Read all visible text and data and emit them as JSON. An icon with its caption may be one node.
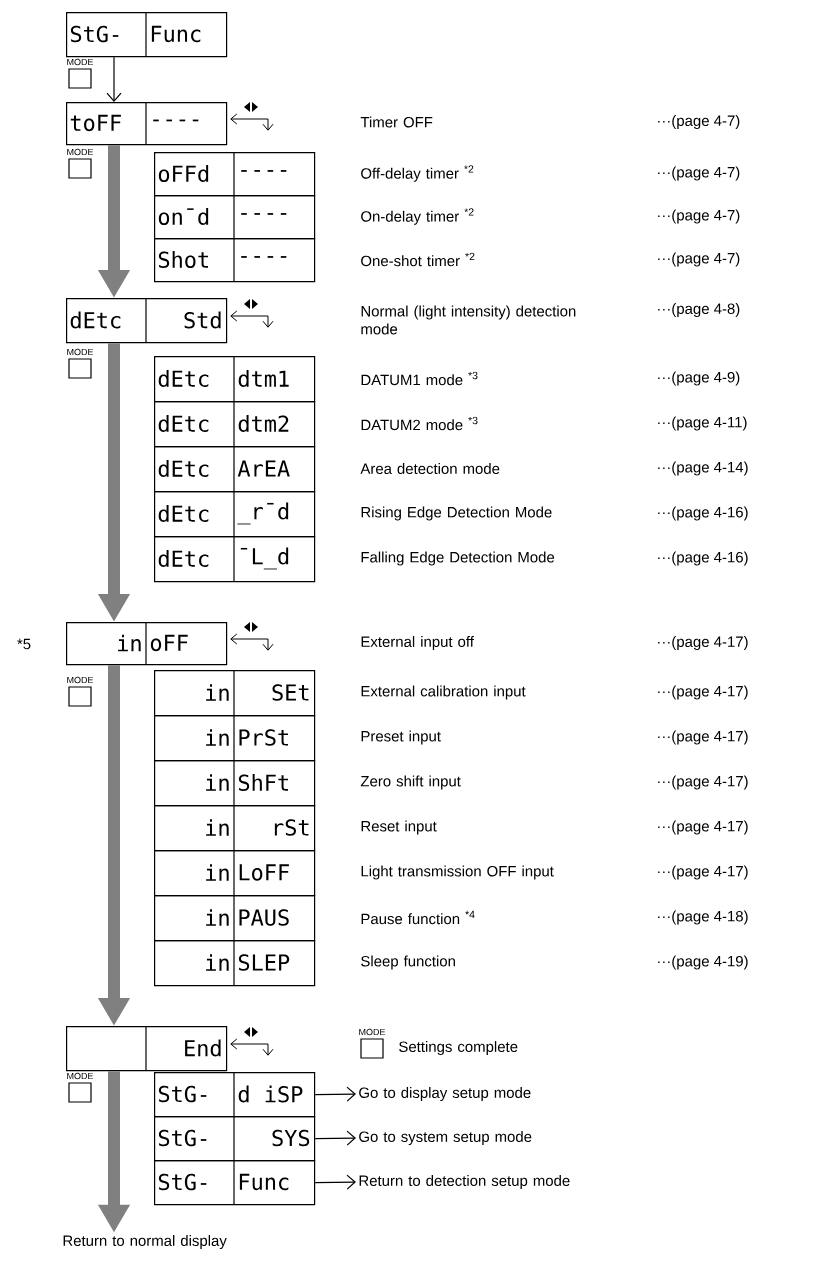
{
  "diagram": {
    "nodes": [
      {
        "text": [
          "StG-",
          "Func"
        ]
      },
      {
        "text": [
          "toFF",
          "----"
        ]
      },
      {
        "text": [
          "oFFd",
          "----"
        ]
      },
      {
        "text": [
          "on¯d",
          "----"
        ]
      },
      {
        "text": [
          "Shot",
          "----"
        ]
      },
      {
        "text": [
          "dEtc",
          "Std"
        ]
      },
      {
        "text": [
          "dEtc",
          "dtm1"
        ]
      },
      {
        "text": [
          "dEtc",
          "dtm2"
        ]
      },
      {
        "text": [
          "dEtc",
          "ArEA"
        ]
      },
      {
        "text": [
          "dEtc",
          "_r¯d"
        ]
      },
      {
        "text": [
          "dEtc",
          "¯L_d"
        ]
      },
      {
        "text": [
          "in",
          "oFF"
        ]
      },
      {
        "text": [
          "in",
          "SEt"
        ]
      },
      {
        "text": [
          "in",
          "PrSt"
        ]
      },
      {
        "text": [
          "in",
          "ShFt"
        ]
      },
      {
        "text": [
          "in",
          "rSt"
        ]
      },
      {
        "text": [
          "in",
          "LoFF"
        ]
      },
      {
        "text": [
          "in",
          "PAUS"
        ]
      },
      {
        "text": [
          "in",
          "SLEP"
        ]
      },
      {
        "text": [
          "End"
        ]
      },
      {
        "text": [
          "StG-",
          "d iSP"
        ]
      },
      {
        "text": [
          "StG-",
          "SYS"
        ]
      },
      {
        "text": [
          "StG-",
          "Func"
        ]
      },
      {
        "text": [
          "Go to display setup mode"
        ]
      },
      {
        "text": [
          "Go to system setup mode"
        ]
      },
      {
        "text": [
          "Return to detection setup mode"
        ]
      },
      {
        "text": [
          "Return to normal display"
        ]
      }
    ],
    "edges": [
      {
        "from": 0,
        "to": 1,
        "arrow": "to"
      },
      {
        "from": 1,
        "to": 5,
        "arrow": "to",
        "style": "thick",
        "color": "#808080"
      },
      {
        "from": 5,
        "to": 11,
        "arrow": "to",
        "style": "thick",
        "color": "#808080"
      },
      {
        "from": 11,
        "to": 19,
        "arrow": "to",
        "style": "thick",
        "color": "#808080"
      },
      {
        "from": 19,
        "to": 26,
        "arrow": "to",
        "style": "thick",
        "color": "#808080"
      },
      {
        "from": 20,
        "to": 23,
        "arrow": "to"
      },
      {
        "from": 21,
        "to": 24,
        "arrow": "to"
      },
      {
        "from": 22,
        "to": 25,
        "arrow": "to"
      }
    ],
    "labels": [
      "MODE",
      "Timer OFF",
      "···(page 4-7)",
      "MODE",
      "Off-delay timer $^{*2}$",
      "···(page 4-7)",
      "On-delay timer $^{*2}$",
      "···(page 4-7)",
      "One-shot timer $^{*2}$",
      "···(page 4-7)",
      "Normal (light intensity) detection mode",
      "···(page 4-8)",
      "MODE",
      "DATUM1 mode $^{*3}$",
      "···(page 4-9)",
      "DATUM2 mode $^{*3}$",
      "···(page 4-11)",
      "Area detection mode",
      "···(page 4-14)",
      "Rising Edge Detection Mode",
      "···(page 4-16)",
      "Falling Edge Detection Mode",
      "···(page 4-16)",
      "*5",
      "External input off",
      "···(page 4-17)",
      "MODE",
      "External calibration input",
      "···(page 4-17)",
      "Preset input",
      "···(page 4-17)",
      "Zero shift input",
      "···(page 4-17)",
      "Reset input",
      "···(page 4-17)",
      "Light transmission OFF input",
      "···(page 4-17)",
      "Pause function $^{*4}$",
      "···(page 4-18)",
      "Sleep function",
      "···(page 4-19)",
      "MODE",
      "Settings complete",
      "MODE"
    ]
  }
}
